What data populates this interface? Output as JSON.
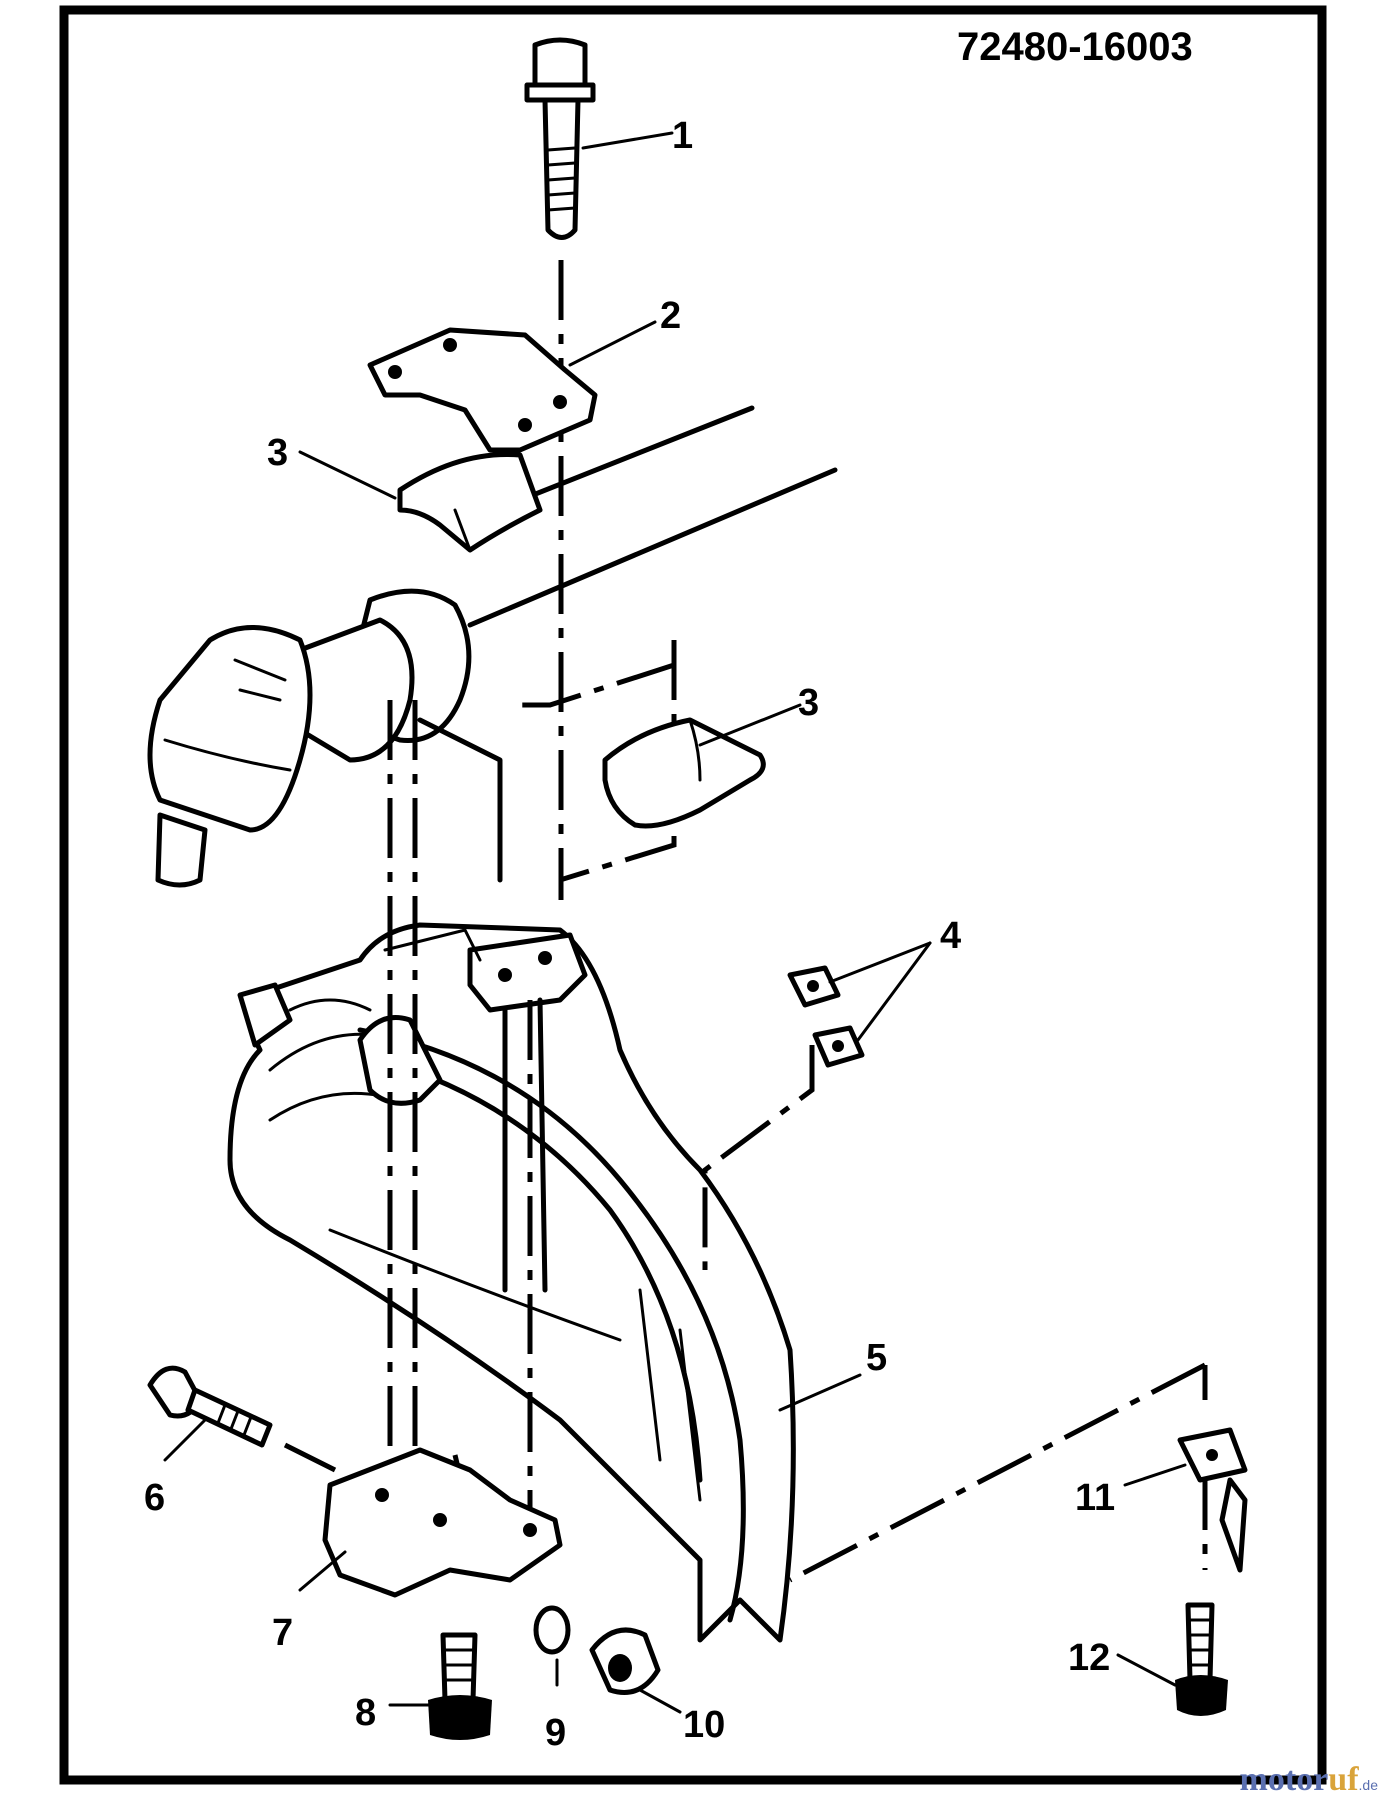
{
  "drawing_number": "72480-16003",
  "watermark": {
    "part1": "motor",
    "part2": "uf",
    "suffix": ".de"
  },
  "colors": {
    "frame": "#000000",
    "logo_blue": "#5a6fb0",
    "logo_gold": "#d9a33a"
  },
  "callouts": [
    {
      "id": "1",
      "label": "1"
    },
    {
      "id": "2",
      "label": "2"
    },
    {
      "id": "3a",
      "label": "3"
    },
    {
      "id": "3b",
      "label": "3"
    },
    {
      "id": "4",
      "label": "4"
    },
    {
      "id": "5",
      "label": "5"
    },
    {
      "id": "6",
      "label": "6"
    },
    {
      "id": "7",
      "label": "7"
    },
    {
      "id": "8",
      "label": "8"
    },
    {
      "id": "9",
      "label": "9"
    },
    {
      "id": "10",
      "label": "10"
    },
    {
      "id": "11",
      "label": "11"
    },
    {
      "id": "12",
      "label": "12"
    }
  ]
}
